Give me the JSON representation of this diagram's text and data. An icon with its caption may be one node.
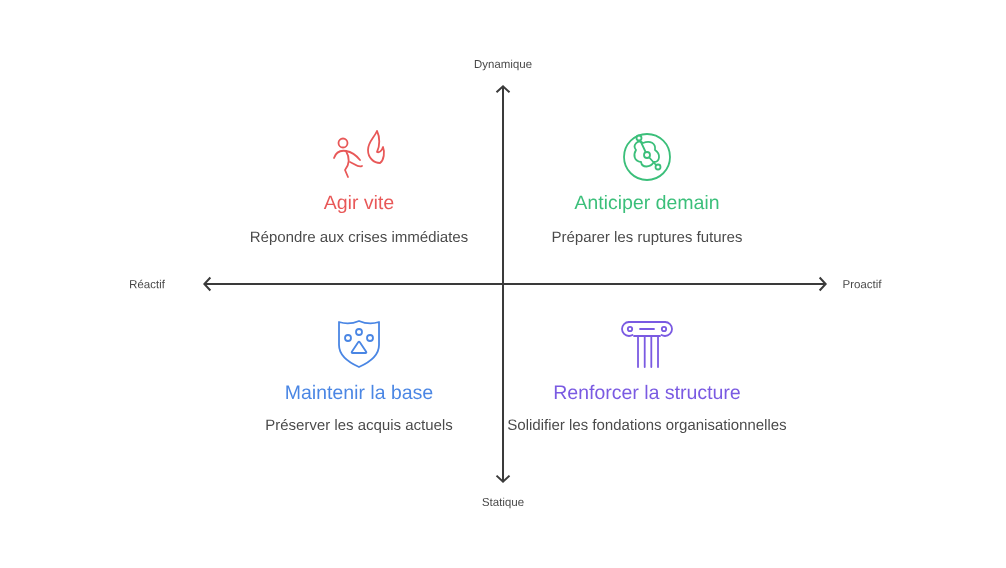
{
  "diagram": {
    "labels": [
      "Dynamique",
      "Agir vite",
      "Répondre aux crises immédiates",
      "Anticiper demain",
      "Préparer les ruptures futures",
      "Réactif",
      "Proactif",
      "Maintenir la base",
      "Préserver les acquis actuels",
      "Renforcer la structure",
      "Solidifier les fondations organisationnelles",
      "Statique"
    ]
  }
}
